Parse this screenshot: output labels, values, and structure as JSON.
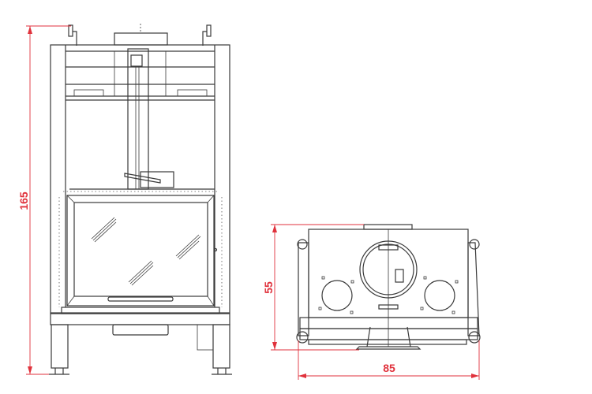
{
  "dimensions": {
    "height": "165",
    "depth": "55",
    "width": "85"
  },
  "colors": {
    "dimension": "#e0323c",
    "line": "#3a3a3a"
  }
}
